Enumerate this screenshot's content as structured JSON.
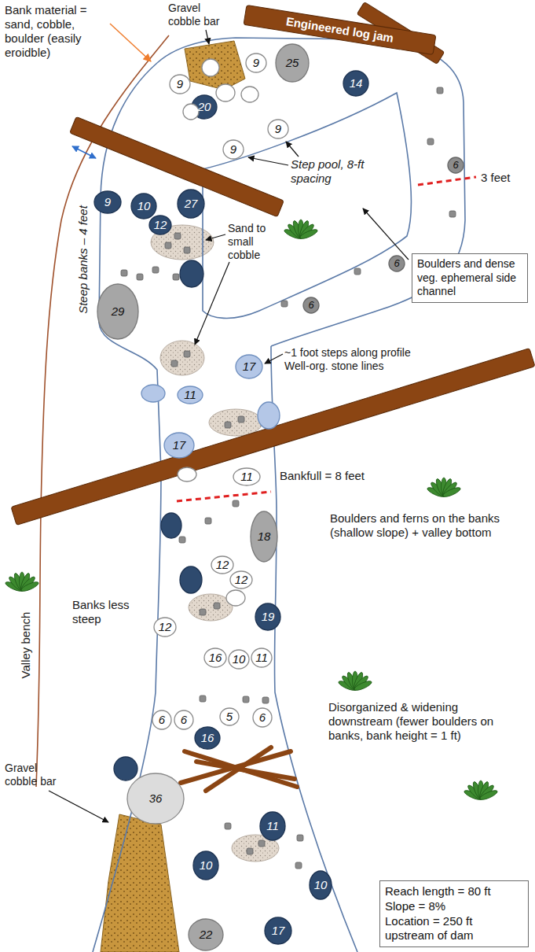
{
  "diagram": {
    "nodes": [
      {
        "text": [
          "Engineered log jam"
        ]
      },
      {
        "text": [
          "Boulders and dense veg. ephemeral side channel"
        ]
      },
      {
        "text": [
          "Reach length = 80 ft",
          "Slope = 8%",
          "Location = 250 ft upstream of dam"
        ]
      }
    ],
    "labels": [
      "Bank material = sand, cobble, boulder (easily eroidble)",
      "Gravel cobble bar",
      "9",
      "25",
      "9",
      "14",
      "20",
      "9",
      "9",
      "Steep banks – 4 feet",
      "Step pool, 8-ft spacing",
      "6",
      "3 feet",
      "9",
      "10",
      "27",
      "12",
      "Sand to small cobble",
      "6",
      "6",
      "29",
      "~1 foot steps along profile Well-org. stone lines",
      "17",
      "11",
      "17",
      "11",
      "Bankfull = 8 feet",
      "Boulders and ferns on the banks (shallow slope) + valley bottom",
      "18",
      "12",
      "12",
      "Banks less steep",
      "Valley bench",
      "19",
      "12",
      "16",
      "10",
      "11",
      "Disorganized & widening downstream (fewer boulders on banks, bank height = 1 ft)",
      "6",
      "6",
      "5",
      "6",
      "16",
      "Gravel cobble bar",
      "36",
      "11",
      "10",
      "10",
      "17",
      "22"
    ]
  }
}
